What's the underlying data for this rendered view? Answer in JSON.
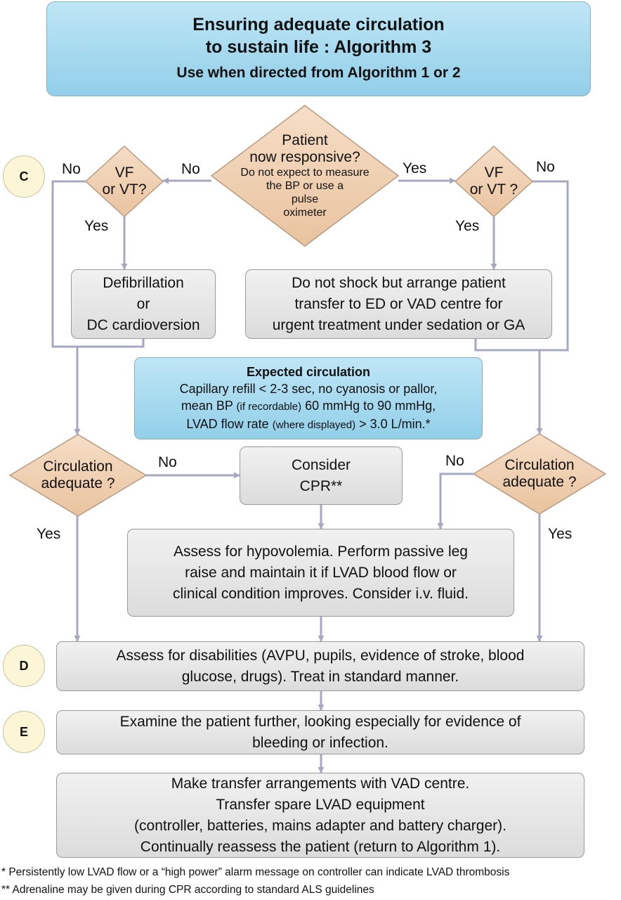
{
  "title": {
    "line1": "Ensuring adequate circulation",
    "line2": "to sustain life : Algorithm 3",
    "subtitle": "Use when directed from Algorithm 1 or 2"
  },
  "decision_responsive": {
    "line1": "Patient",
    "line2": "now responsive?",
    "note1": "Do not expect to measure",
    "note2": "the BP or use a",
    "note3": "pulse",
    "note4": "oximeter"
  },
  "decision_vf_left": {
    "line1": "VF",
    "line2": "or VT?"
  },
  "decision_vf_right": {
    "line1": "VF",
    "line2": "or VT ?"
  },
  "labels": {
    "no": "No",
    "yes": "Yes"
  },
  "steps": {
    "c": "C",
    "d": "D",
    "e": "E"
  },
  "defib": {
    "line1": "Defibrillation",
    "line2": "or",
    "line3": "DC cardioversion"
  },
  "no_shock": {
    "line1": "Do not shock but arrange patient",
    "line2": "transfer to ED or VAD centre for",
    "line3": "urgent treatment under sedation or GA"
  },
  "expected": {
    "heading": "Expected circulation",
    "line1": "Capillary refill < 2-3 sec, no cyanosis or pallor,",
    "line2a": "mean BP",
    "line2b": "(if recordable)",
    "line2c": "60 mmHg to 90 mmHg,",
    "line3a": "LVAD flow rate",
    "line3b": "(where displayed)",
    "line3c": "> 3.0 L/min.*"
  },
  "circ_left": {
    "line1": "Circulation",
    "line2": "adequate ?"
  },
  "circ_right": {
    "line1": "Circulation",
    "line2": "adequate ?"
  },
  "cpr": {
    "line1": "Consider",
    "line2": "CPR**"
  },
  "hypovolemia": {
    "line1": "Assess for hypovolemia. Perform passive leg",
    "line2": "raise and maintain it if LVAD blood flow or",
    "line3": "clinical condition improves. Consider i.v. fluid."
  },
  "disabilities": {
    "line1": "Assess for disabilities (AVPU, pupils, evidence of stroke, blood",
    "line2": "glucose, drugs). Treat in standard manner."
  },
  "examine": {
    "line1": "Examine the patient further, looking especially for evidence of",
    "line2": "bleeding or infection."
  },
  "transfer": {
    "line1": "Make transfer arrangements with VAD centre.",
    "line2": "Transfer spare LVAD equipment",
    "line3": "(controller, batteries, mains adapter and battery charger).",
    "line4": "Continually reassess the patient (return to Algorithm 1)."
  },
  "footnotes": {
    "f1": "*  Persistently low LVAD flow or a “high power” alarm message on controller can indicate LVAD thrombosis",
    "f2": "** Adrenaline may be given during CPR according to standard ALS guidelines"
  },
  "colors": {
    "blue_box": "#a7dbf0",
    "grey_box": "#e4e4e4",
    "diamond": "#f1d2b3",
    "arrow": "#a5a8c0",
    "step_circle": "#fdf6d6"
  }
}
